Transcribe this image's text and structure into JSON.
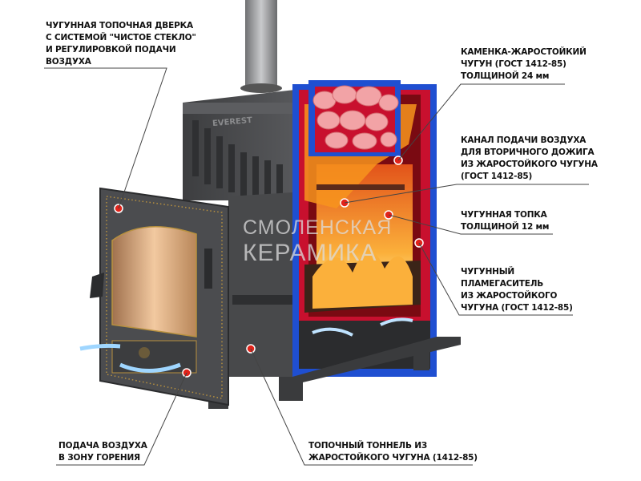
{
  "labels": {
    "door": [
      "ЧУГУННАЯ ТОПОЧНАЯ ДВЕРКА",
      "С СИСТЕМОЙ \"ЧИСТОЕ СТЕКЛО\"",
      "И РЕГУЛИРОВКОЙ ПОДАЧИ",
      "ВОЗДУХА"
    ],
    "kamenka": [
      "КАМЕНКА-ЖАРОСТОЙКИЙ",
      "ЧУГУН (ГОСТ 1412-85)",
      "ТОЛЩИНОЙ 24 мм"
    ],
    "channel": [
      "КАНАЛ ПОДАЧИ ВОЗДУХА",
      "ДЛЯ ВТОРИЧНОГО ДОЖИГА",
      "ИЗ ЖАРОСТОЙКОГО ЧУГУНА",
      "(ГОСТ 1412-85)"
    ],
    "firebox": [
      "ЧУГУННАЯ ТОПКА",
      "ТОЛЩИНОЙ 12 мм"
    ],
    "flame": [
      "ЧУГУННЫЙ",
      "ПЛАМЕГАСИТЕЛЬ",
      "ИЗ ЖАРОСТОЙКОГО",
      "ЧУГУНА (ГОСТ 1412-85)"
    ],
    "air": [
      "ПОДАЧА ВОЗДУХА",
      "В ЗОНУ ГОРЕНИЯ"
    ],
    "tunnel": [
      "ТОПОЧНЫЙ ТОННЕЛЬ ИЗ",
      "ЖАРОСТОЙКОГО ЧУГУНА (1412-85)"
    ]
  },
  "logo": "EVEREST",
  "watermark": [
    "СМОЛЕНСКАЯ",
    "КЕРАМИКА"
  ],
  "colors": {
    "marker": "#e2231a",
    "insulation": "#1f4fd1",
    "wall": "#c8102e",
    "iron": "#4a4b4d",
    "fire": "#f7941d"
  }
}
